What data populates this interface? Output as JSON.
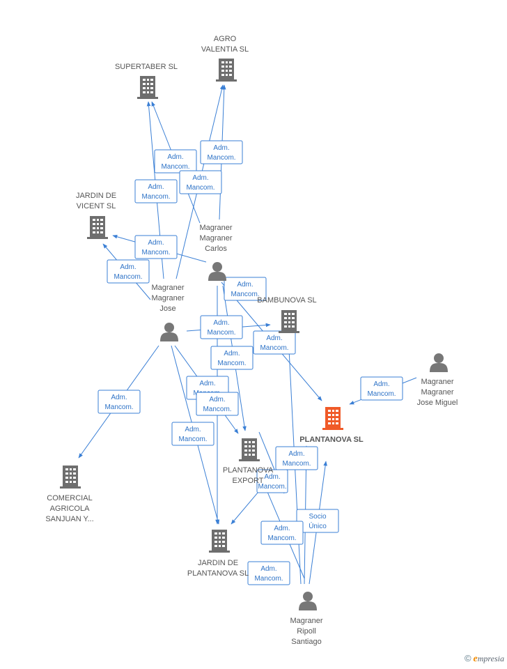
{
  "colors": {
    "edge": "#3a7fd5",
    "building": "#6e6e6e",
    "focus_building": "#f05a28",
    "person": "#777777"
  },
  "nodes": [
    {
      "id": "agro",
      "type": "company",
      "label": [
        "AGRO",
        "VALENTIA SL"
      ]
    },
    {
      "id": "supertaber",
      "type": "company",
      "label": [
        "SUPERTABER SL"
      ]
    },
    {
      "id": "jardin_vicent",
      "type": "company",
      "label": [
        "JARDIN DE",
        "VICENT SL"
      ]
    },
    {
      "id": "bambunova",
      "type": "company",
      "label": [
        "BAMBUNOVA SL"
      ]
    },
    {
      "id": "plantanova",
      "type": "company",
      "focus": true,
      "label": [
        "PLANTANOVA SL"
      ]
    },
    {
      "id": "plantanova_export",
      "type": "company",
      "label": [
        "PLANTANOVA",
        "EXPORT"
      ]
    },
    {
      "id": "comercial",
      "type": "company",
      "label": [
        "COMERCIAL",
        "AGRICOLA",
        "SANJUAN Y..."
      ]
    },
    {
      "id": "jardin_plantanova",
      "type": "company",
      "label": [
        "JARDIN DE",
        "PLANTANOVA SL"
      ]
    },
    {
      "id": "carlos",
      "type": "person",
      "label": [
        "Magraner",
        "Magraner",
        "Carlos"
      ]
    },
    {
      "id": "jose",
      "type": "person",
      "label": [
        "Magraner",
        "Magraner",
        "Jose"
      ]
    },
    {
      "id": "jose_miguel",
      "type": "person",
      "label": [
        "Magraner",
        "Magraner",
        "Jose Miguel"
      ]
    },
    {
      "id": "santiago",
      "type": "person",
      "label": [
        "Magraner",
        "Ripoll",
        "Santiago"
      ]
    }
  ],
  "edge_labels": [
    [
      "Adm.",
      "Mancom."
    ],
    [
      "Adm.",
      "Mancom."
    ],
    [
      "Adm.",
      "Mancom."
    ],
    [
      "Adm.",
      "Mancom."
    ],
    [
      "Adm.",
      "Mancom."
    ],
    [
      "Adm.",
      "Mancom."
    ],
    [
      "Adm.",
      "Mancom."
    ],
    [
      "Adm.",
      "Mancom."
    ],
    [
      "Adm.",
      "Mancom."
    ],
    [
      "Adm.",
      "Mancom."
    ],
    [
      "Adm.",
      "Mancom."
    ],
    [
      "Adm.",
      "Mancom."
    ],
    [
      "Adm.",
      "Mancom."
    ],
    [
      "Adm.",
      "Mancom."
    ],
    [
      "Adm.",
      "Mancom."
    ],
    [
      "Adm.",
      "Mancom."
    ],
    [
      "Adm.",
      "Mancom."
    ],
    [
      "Socio",
      "Único"
    ],
    [
      "Adm.",
      "Mancom."
    ],
    [
      "Adm.",
      "Mancom."
    ],
    [
      "Adm.",
      "Mancom."
    ]
  ],
  "brand": {
    "copyright": "©",
    "initial": "e",
    "rest": "mpresia"
  }
}
